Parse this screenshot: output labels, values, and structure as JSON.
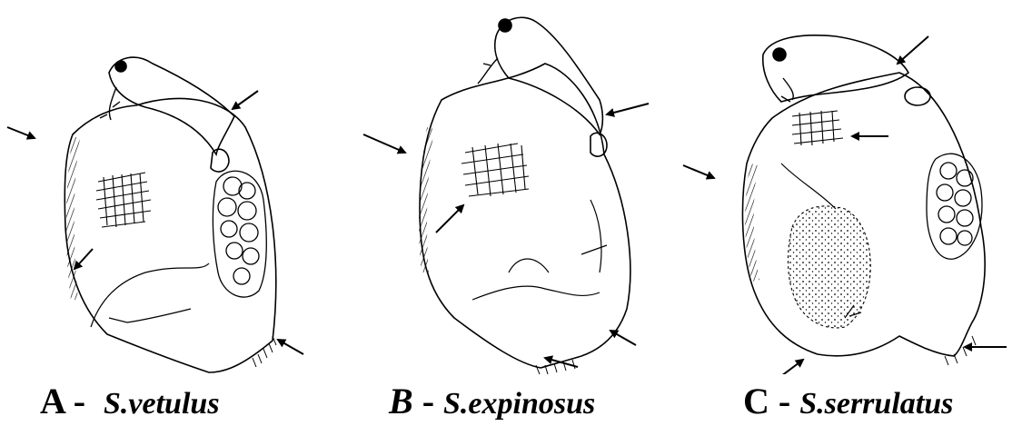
{
  "figure": {
    "panels": [
      {
        "letter": "A",
        "separator": " -  ",
        "species": "S.vetulus",
        "letter_italic": false
      },
      {
        "letter": "B",
        "separator": " - ",
        "species": "S.expinosus",
        "letter_italic": true
      },
      {
        "letter": "C",
        "separator": " - ",
        "species": "S.serrulatus",
        "letter_italic": false
      }
    ],
    "colors": {
      "ink": "#000000",
      "paper": "#ffffff"
    }
  }
}
